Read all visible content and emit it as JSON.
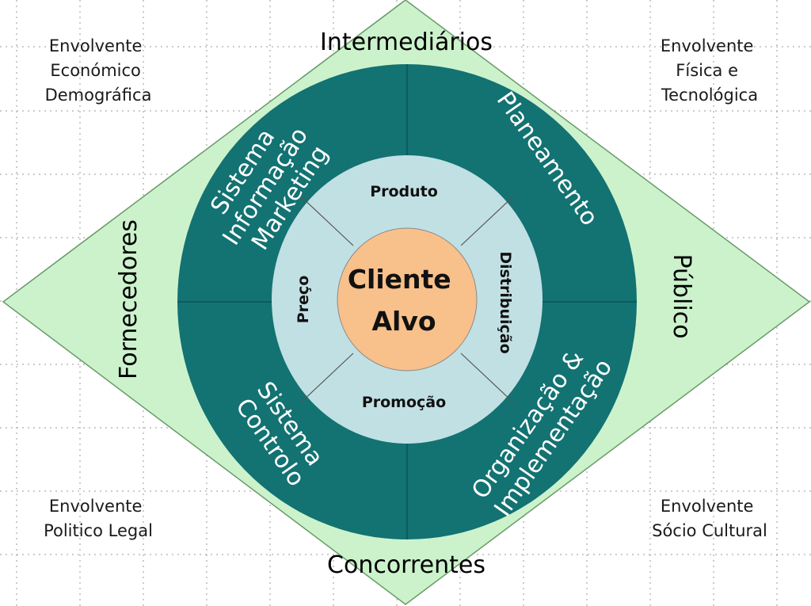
{
  "colors": {
    "diamond_fill": "#ccf2cc",
    "diamond_stroke": "#6a9a6a",
    "outer_ring": "#137272",
    "ring_divider": "#0c4e4e",
    "inner_ring": "#c1e0e4",
    "core": "#f8c08a",
    "grid": "#9a9a9a"
  },
  "environments": {
    "top_left": [
      "Envolvente",
      "Económico",
      "Demográfica"
    ],
    "top_right": [
      "Envolvente",
      "Física e",
      "Tecnológica"
    ],
    "bottom_left": [
      "Envolvente",
      "Politico Legal"
    ],
    "bottom_right": [
      "Envolvente",
      "Sócio Cultural"
    ]
  },
  "stakeholders": {
    "top": "Intermediários",
    "bottom": "Concorrentes",
    "left": "Fornecedores",
    "right": "Público"
  },
  "outer_ring": {
    "top_left": [
      "Sistema",
      "Informação",
      "Marketing"
    ],
    "top_right": [
      "Planeamento"
    ],
    "bottom_left": [
      "Sistema",
      "Controlo"
    ],
    "bottom_right": [
      "Organização &",
      "Implementação"
    ]
  },
  "marketing_mix": {
    "top": "Produto",
    "right": "Distribuição",
    "bottom": "Promoção",
    "left": "Preço"
  },
  "core": [
    "Cliente",
    "Alvo"
  ]
}
